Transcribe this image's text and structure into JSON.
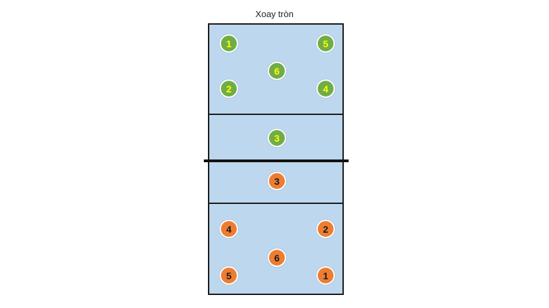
{
  "title": "Xoay tròn",
  "colors": {
    "court": "#bdd7ee",
    "lines": "#1a1a1a",
    "green_team": "#70ad47",
    "green_team_text": "#ffff00",
    "orange_team": "#ed7d31",
    "orange_team_text": "#1a1a1a"
  },
  "teams": {
    "green": {
      "players": [
        "1",
        "5",
        "6",
        "2",
        "4",
        "3"
      ]
    },
    "orange": {
      "players": [
        "3",
        "4",
        "2",
        "6",
        "5",
        "1"
      ]
    }
  }
}
